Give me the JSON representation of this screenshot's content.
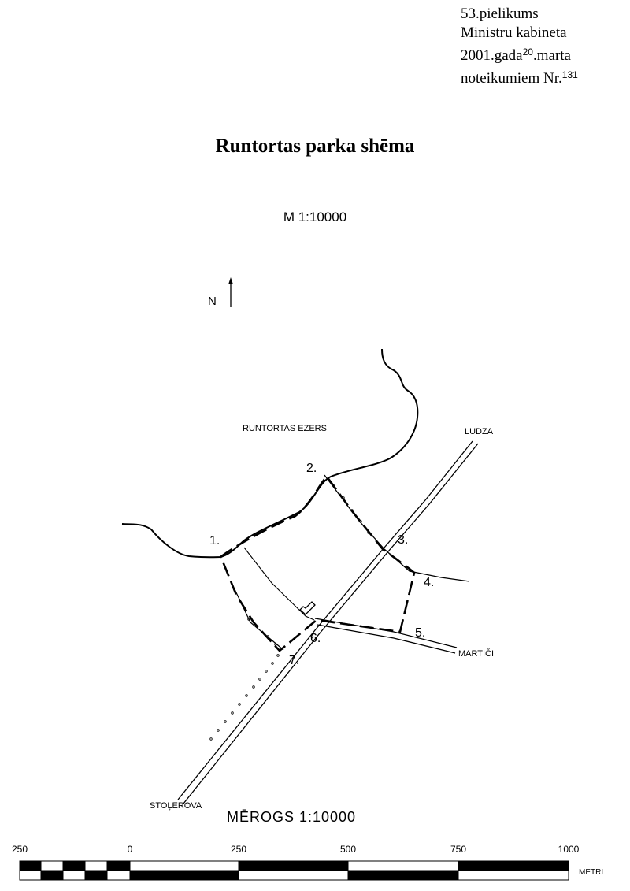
{
  "header": {
    "line1": "53.pielikums",
    "line2": "Ministru kabineta",
    "line3_pre": "2001.gada",
    "line3_day": "20",
    "line3_post": ".marta",
    "line4_pre": "noteikumiem Nr.",
    "line4_num": "131"
  },
  "title": "Runtortas parka shēma",
  "scale_text": "M 1:10000",
  "north_label": "N",
  "map_labels": {
    "lake": "RUNTORTAS EZERS",
    "ludza": "LUDZA",
    "martici": "MARTIČI",
    "stolerova": "STOĻEROVA"
  },
  "points": [
    "1.",
    "2.",
    "3.",
    "4.",
    "5.",
    "6.",
    "7."
  ],
  "scalebar": {
    "title": "MĒROGS 1:10000",
    "ticks": [
      "250",
      "0",
      "250",
      "500",
      "750",
      "1000"
    ],
    "unit": "METRI"
  }
}
